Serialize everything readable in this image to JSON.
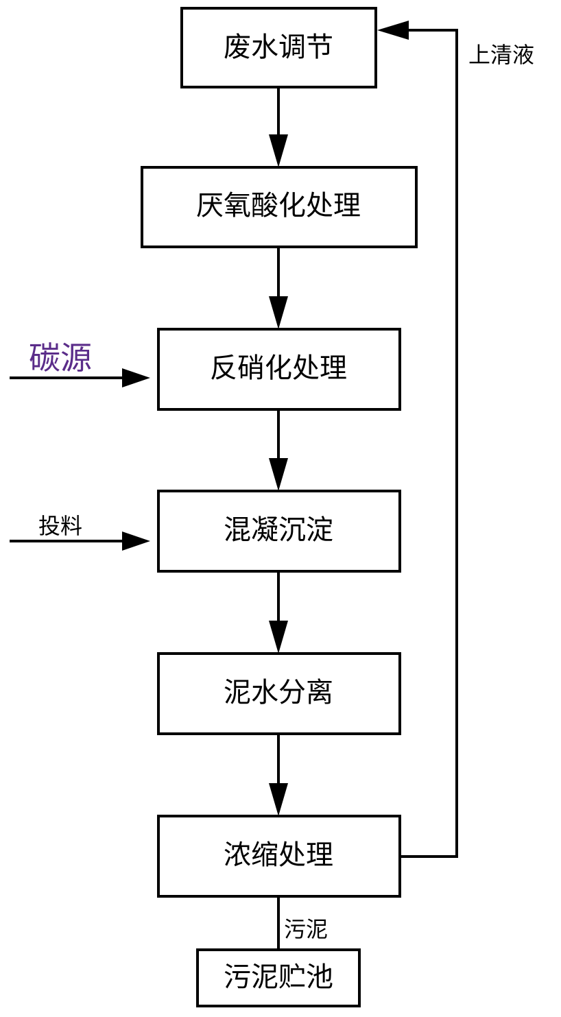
{
  "colors": {
    "line": "#000000",
    "text": "#000000",
    "carbon_source": "#5b2d8a"
  },
  "steps": [
    {
      "label": "废水调节"
    },
    {
      "label": "厌氧酸化处理"
    },
    {
      "label": "反硝化处理"
    },
    {
      "label": "混凝沉淀"
    },
    {
      "label": "泥水分离"
    },
    {
      "label": "浓缩处理"
    },
    {
      "label": "污泥贮池"
    }
  ],
  "inputs": {
    "carbon_source": "碳源",
    "dosing": "投料"
  },
  "edges": {
    "supernatant": "上清液",
    "sludge": "污泥"
  }
}
